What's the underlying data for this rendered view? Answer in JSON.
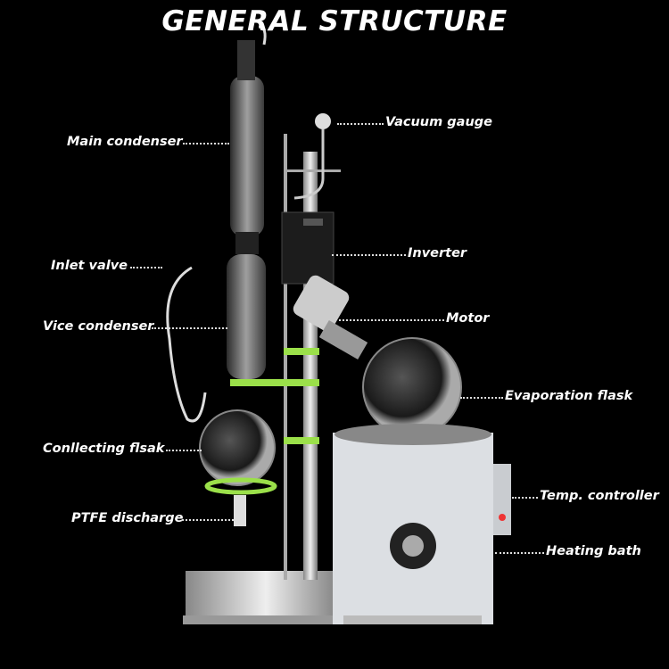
{
  "title": "GENERAL STRUCTURE",
  "labels": {
    "main_condenser": "Main condenser",
    "vacuum_gauge": "Vacuum gauge",
    "inverter": "Inverter",
    "inlet_valve": "Inlet valve",
    "motor": "Motor",
    "vice_condenser": "Vice condenser",
    "evaporation_flask": "Evaporation flask",
    "collecting_flask": "Conllecting flsak",
    "temp_controller": "Temp. controller",
    "ptfe_discharge": "PTFE discharge",
    "heating_bath": "Heating bath"
  },
  "colors": {
    "accent_clamp": "#9be04a",
    "bath": "#dcdfe3",
    "background": "#000000"
  }
}
